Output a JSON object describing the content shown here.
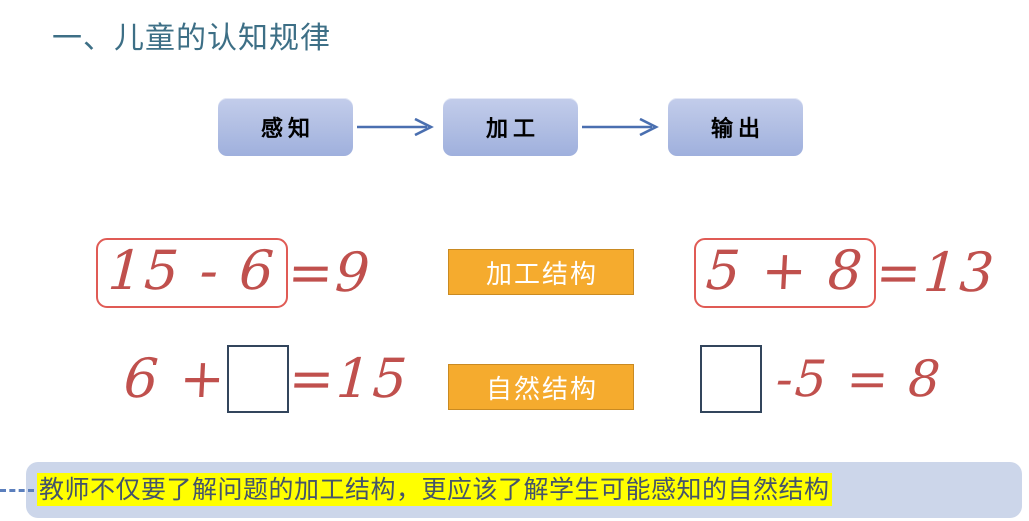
{
  "slide": {
    "title": "一、儿童的认知规律",
    "title_color": "#3d6f86",
    "background": "#ffffff"
  },
  "flow": {
    "accent": "#b3c0e4",
    "arrow_color": "#4a6fb0",
    "steps": [
      {
        "label": "感知"
      },
      {
        "label": "加工"
      },
      {
        "label": "输出"
      }
    ],
    "arrows": [
      {
        "name": "arrow-perceive-to-process"
      },
      {
        "name": "arrow-process-to-output"
      }
    ]
  },
  "math": {
    "hand_color": "#c0504d",
    "highlight_border": "#e05b55",
    "blank_border": "#32455c",
    "rows": [
      {
        "left": {
          "boxed": "15 - 6",
          "rest": "=9",
          "blank": false
        },
        "tag": "加工结构",
        "right": {
          "boxed": "5 + 8",
          "rest": "=13",
          "blank": false
        }
      },
      {
        "left": {
          "prefix": "6 +",
          "blank": true,
          "rest": "=15"
        },
        "tag": "自然结构",
        "right": {
          "prefix": "",
          "blank": true,
          "rest": "-5 = 8"
        }
      }
    ]
  },
  "tags": {
    "processing_structure": "加工结构",
    "natural_structure": "自然结构",
    "background": "#f5ab2e",
    "text_color": "#ffffff"
  },
  "banner": {
    "text": "教师不仅要了解问题的加工结构，更应该了解学生可能感知的自然结构",
    "highlight": "#ffff00",
    "panel": "#ccd6ea",
    "text_color": "#44546a"
  }
}
